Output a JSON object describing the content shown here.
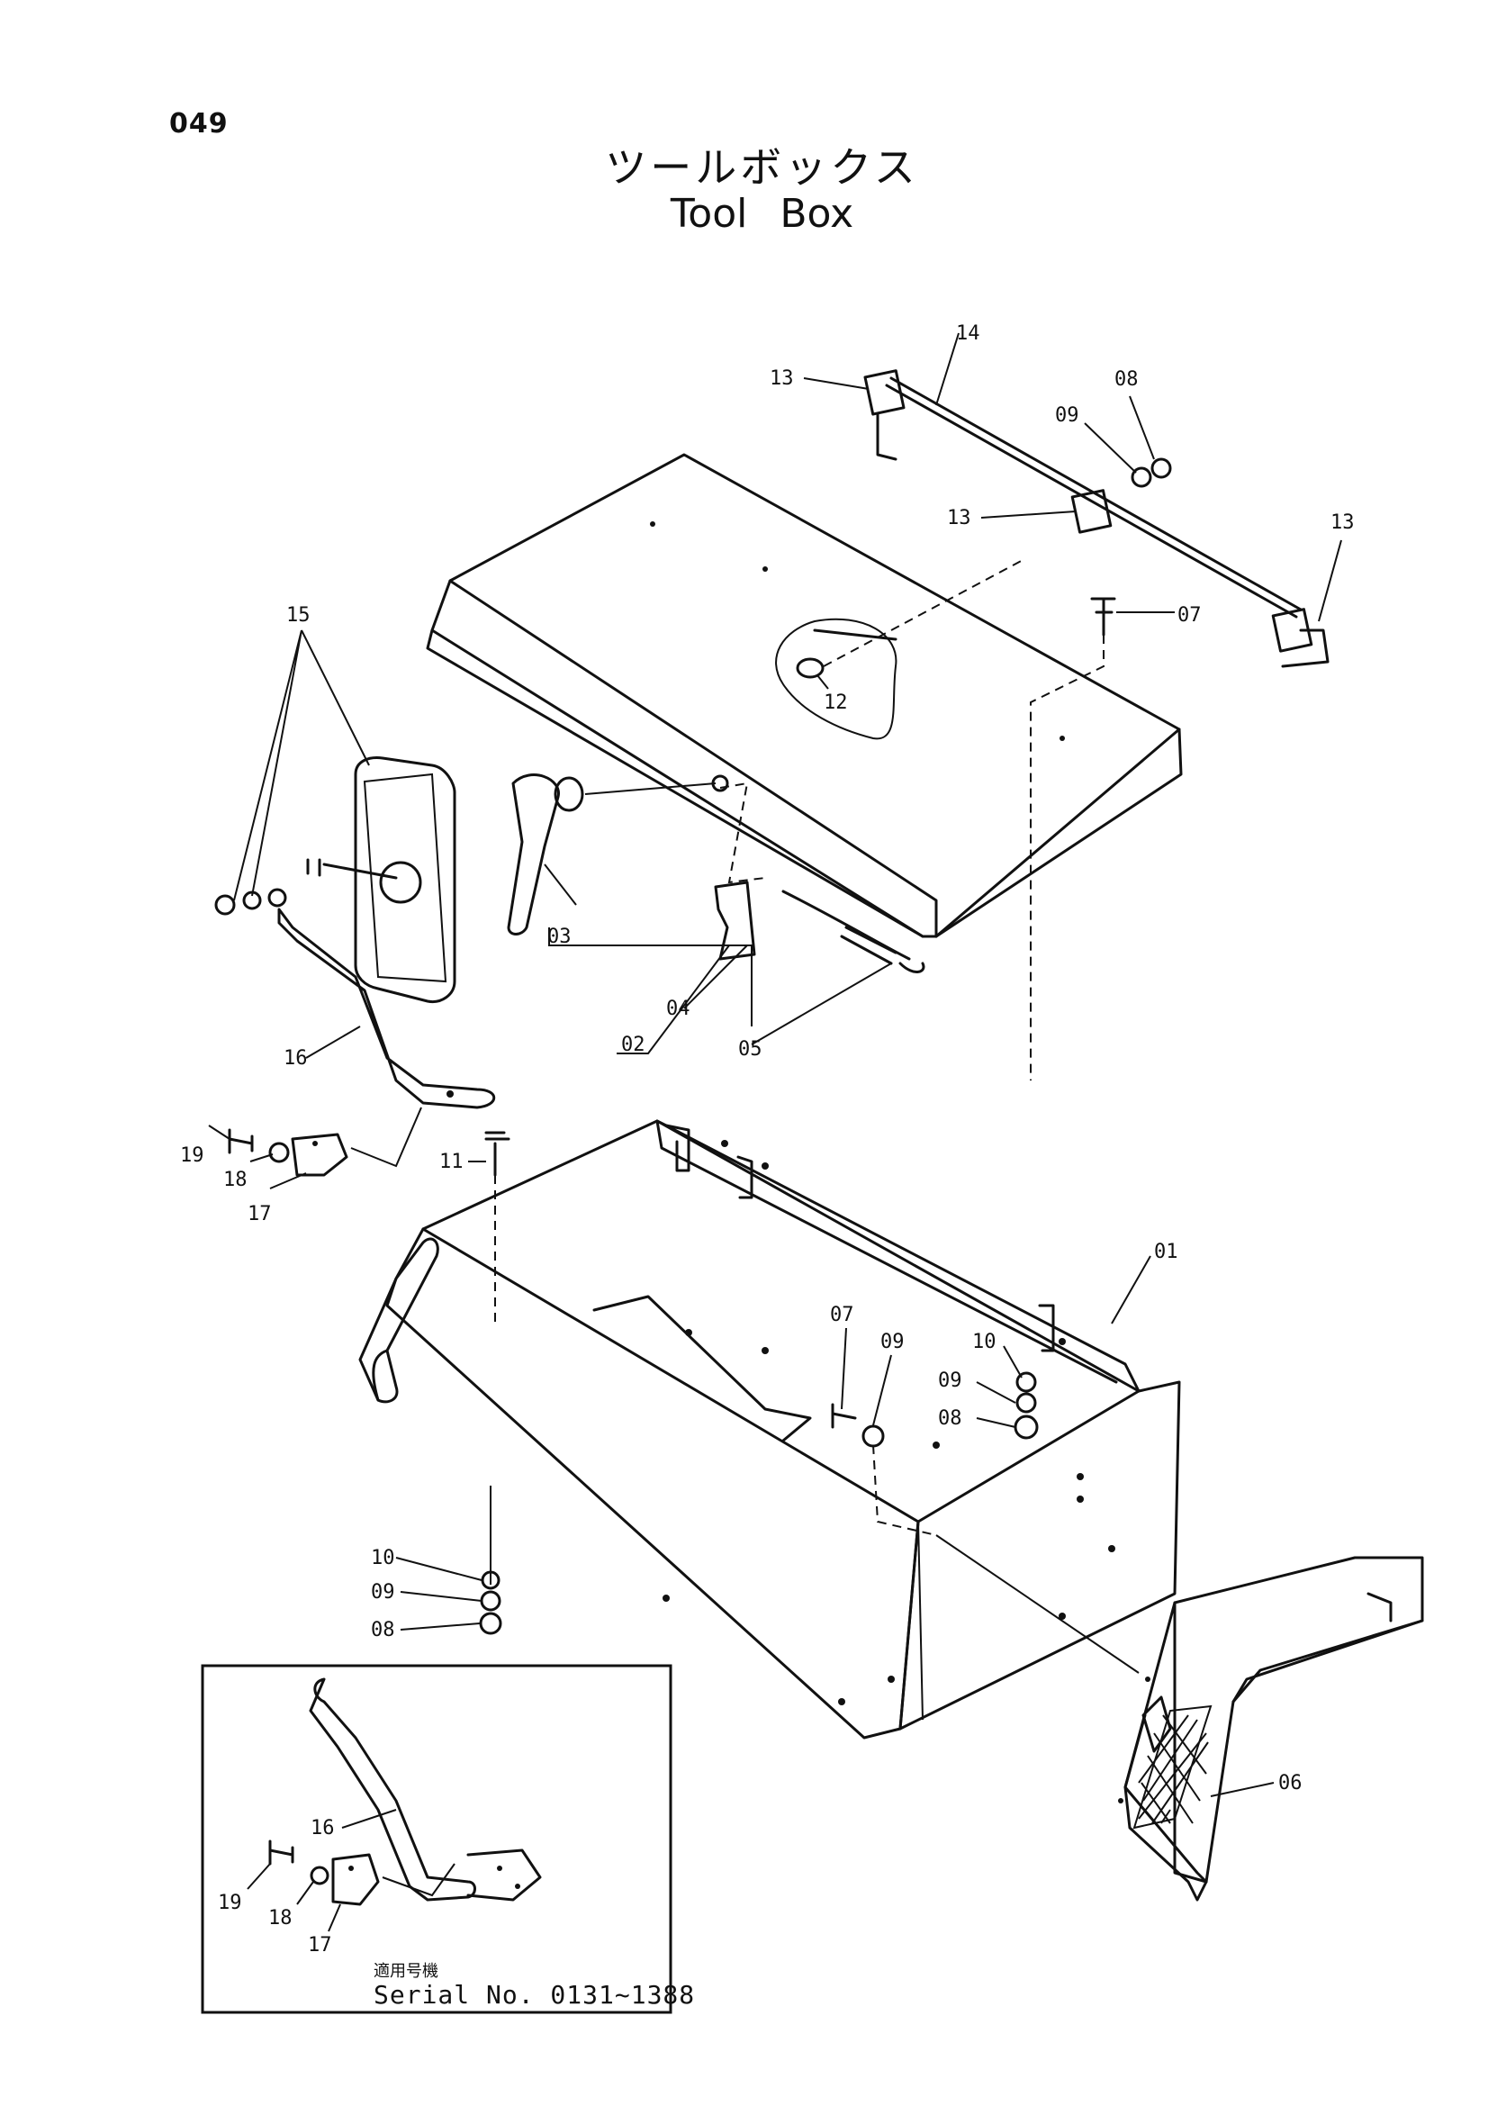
{
  "page_number": "049",
  "title": {
    "japanese": "ツールボックス",
    "english": "Tool Box"
  },
  "callouts": {
    "c13a": "13",
    "c14": "14",
    "c08a": "08",
    "c09a": "09",
    "c13b": "13",
    "c13c": "13",
    "c07a": "07",
    "c12": "12",
    "c15": "15",
    "c03": "03",
    "c04": "04",
    "c02": "02",
    "c05": "05",
    "c16a": "16",
    "c19a": "19",
    "c18a": "18",
    "c17a": "17",
    "c11": "11",
    "c01": "01",
    "c07b": "07",
    "c09b": "09",
    "c10a": "10",
    "c09c": "09",
    "c08b": "08",
    "c10b": "10",
    "c09d": "09",
    "c08c": "08",
    "c06": "06",
    "c16b": "16",
    "c19b": "19",
    "c18b": "18",
    "c17b": "17"
  },
  "inset": {
    "note_jp": "適用号機",
    "note_en": "Serial No. 0131~1388"
  }
}
